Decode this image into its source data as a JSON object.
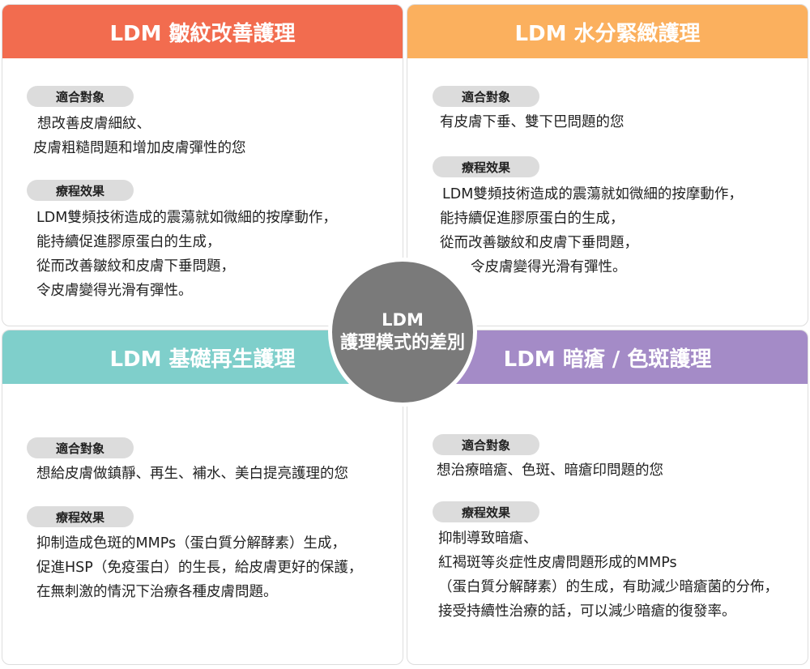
{
  "colors": {
    "orange_red": "#f26c4f",
    "orange": "#fbb05e",
    "teal": "#7fcfcb",
    "purple": "#a48bc7",
    "circle": "#7a7a7a",
    "label_bg": "#dcdcdc"
  },
  "center": {
    "line1": "LDM",
    "line2": "護理模式的差別"
  },
  "cards": [
    {
      "title": "LDM 皺紋改善護理",
      "target_label": "適合對象",
      "target_lines": [
        "想改善皮膚細紋、",
        "皮膚粗糙問題和增加皮膚彈性的您"
      ],
      "effect_label": "療程效果",
      "effect_lines": [
        "LDM雙頻技術造成的震蕩就如微細的按摩動作，",
        "能持續促進膠原蛋白的生成，",
        "從而改善皺紋和皮膚下垂問題，",
        "令皮膚變得光滑有彈性。"
      ]
    },
    {
      "title": "LDM 水分緊緻護理",
      "target_label": "適合對象",
      "target_lines": [
        "有皮膚下垂、雙下巴問題的您"
      ],
      "effect_label": "療程效果",
      "effect_lines": [
        "LDM雙頻技術造成的震蕩就如微細的按摩動作，",
        "能持續促進膠原蛋白的生成，",
        "從而改善皺紋和皮膚下垂問題，",
        "令皮膚變得光滑有彈性。"
      ]
    },
    {
      "title": "LDM 基礎再生護理",
      "target_label": "適合對象",
      "target_lines": [
        "想給皮膚做鎮靜、再生、補水、美白提亮護理的您"
      ],
      "effect_label": "療程效果",
      "effect_lines": [
        "抑制造成色斑的MMPs（蛋白質分解酵素）生成，",
        "促進HSP（免疫蛋白）的生長，給皮膚更好的保護，",
        "在無刺激的情況下治療各種皮膚問題。"
      ]
    },
    {
      "title": "LDM 暗瘡 / 色斑護理",
      "target_label": "適合對象",
      "target_lines": [
        "想治療暗瘡、色斑、暗瘡印問題的您"
      ],
      "effect_label": "療程效果",
      "effect_lines": [
        "抑制導致暗瘡、",
        "紅褐斑等炎症性皮膚問題形成的MMPs",
        "（蛋白質分解酵素）的生成，有助減少暗瘡菌的分佈，",
        "接受持續性治療的話，可以減少暗瘡的復發率。"
      ]
    }
  ]
}
